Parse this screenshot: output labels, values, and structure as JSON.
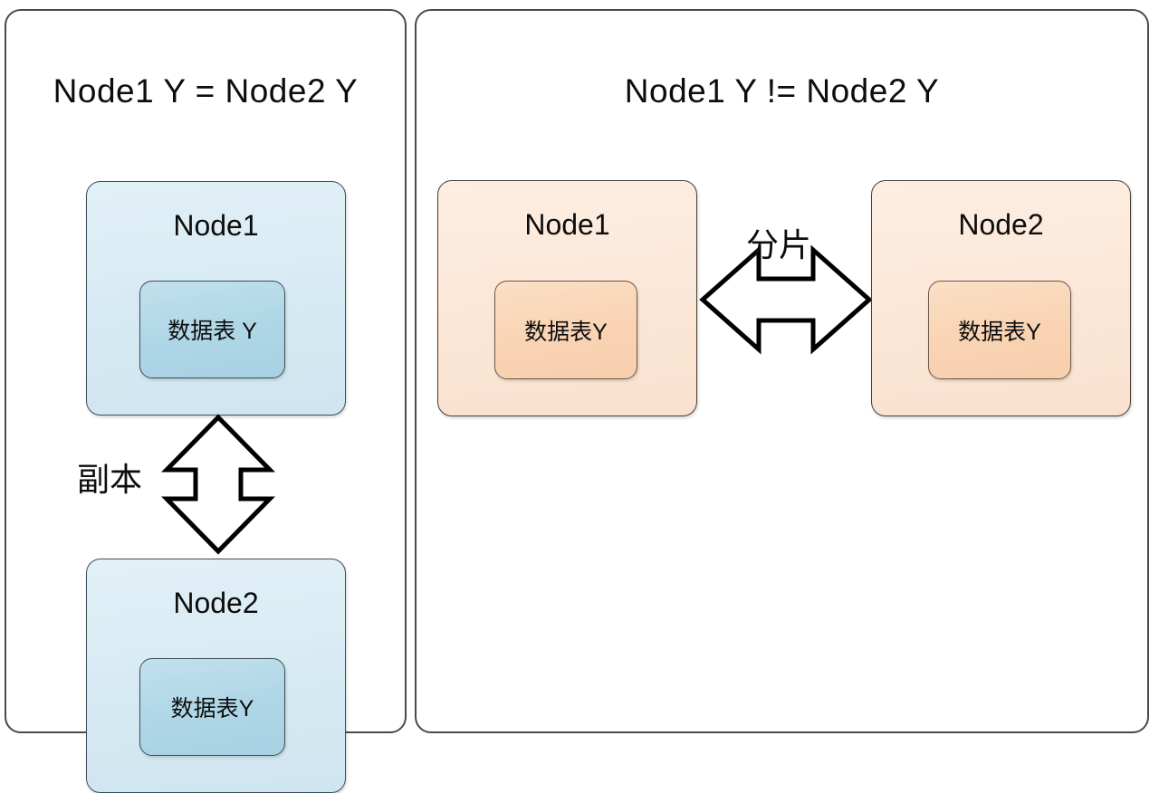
{
  "diagram": {
    "type": "comparison-diagram",
    "background": "#ffffff",
    "panels": [
      {
        "id": "left",
        "title": "Node1 Y = Node2 Y",
        "scheme": "blue",
        "colors": {
          "node_fill": "#d8ebf3",
          "table_fill": "#aed6e6",
          "border": "#3f4e59"
        },
        "relation_label": "副本",
        "relation_direction": "vertical-bidirectional",
        "nodes": [
          {
            "name": "Node1",
            "table": "数据表 Y"
          },
          {
            "name": "Node2",
            "table": "数据表Y"
          }
        ]
      },
      {
        "id": "right",
        "title": "Node1 Y != Node2 Y",
        "scheme": "orange",
        "colors": {
          "node_fill": "#fbe6d6",
          "table_fill": "#f9d3b3",
          "border": "#4a3f36"
        },
        "relation_label": "分片",
        "relation_direction": "horizontal-bidirectional",
        "nodes": [
          {
            "name": "Node1",
            "table": "数据表Y"
          },
          {
            "name": "Node2",
            "table": "数据表Y"
          }
        ]
      }
    ]
  }
}
